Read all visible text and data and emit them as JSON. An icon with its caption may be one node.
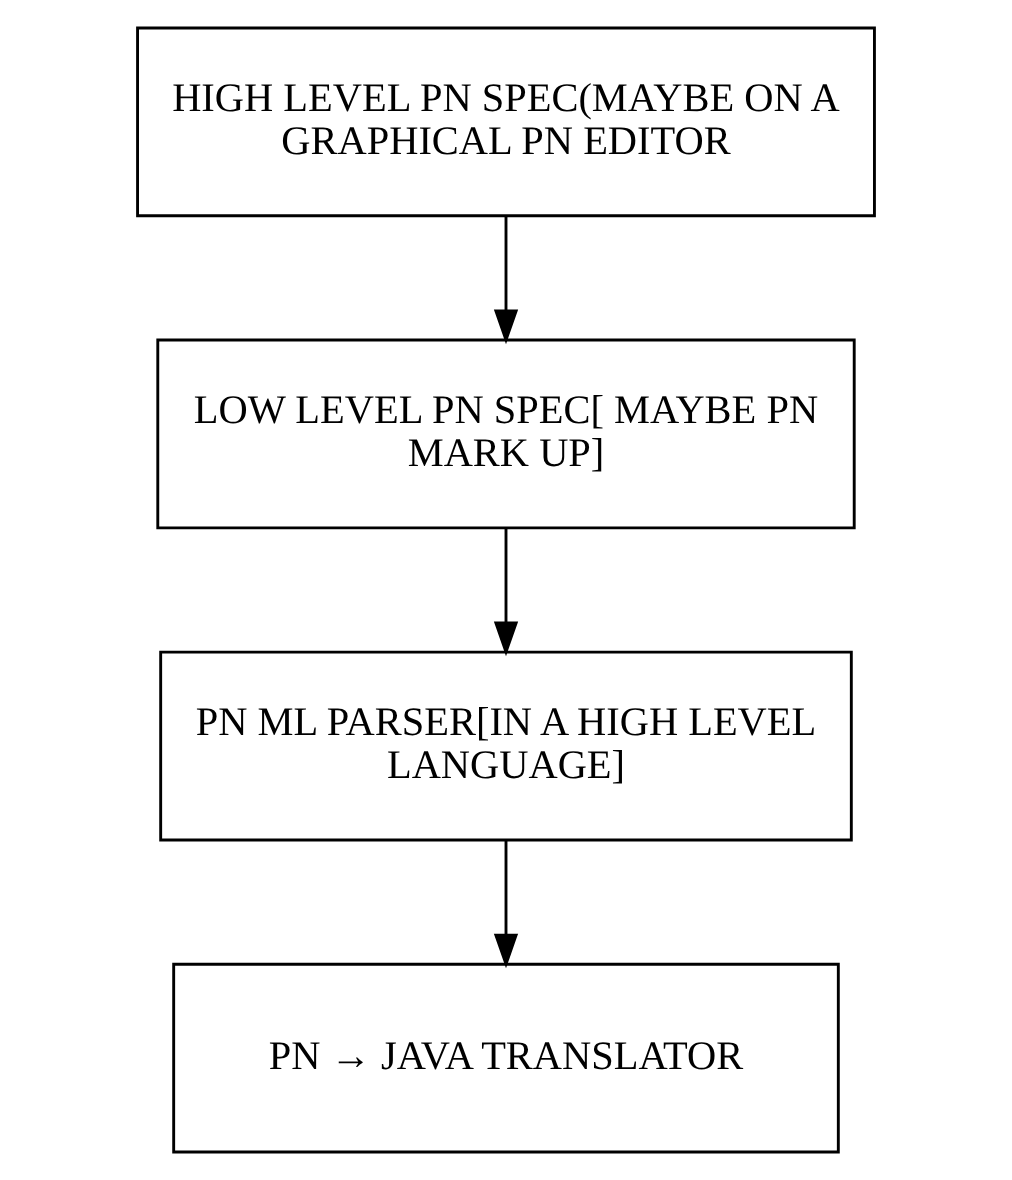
{
  "diagram": {
    "nodes": [
      {
        "text": [
          "HIGH LEVEL PN SPEC(MAYBE ON A GRAPHICAL PN EDITOR"
        ]
      },
      {
        "text": [
          "LOW LEVEL PN SPEC[ MAYBE PN MARK UP]"
        ]
      },
      {
        "text": [
          "PN ML PARSER[IN A HIGH LEVEL LANGUAGE]"
        ]
      },
      {
        "text": [
          "PN → JAVA TRANSLATOR"
        ]
      }
    ],
    "edges": [
      {
        "from": 0,
        "to": 1,
        "arrow": "to"
      },
      {
        "from": 1,
        "to": 2,
        "arrow": "to"
      },
      {
        "from": 2,
        "to": 3,
        "arrow": "to"
      }
    ]
  }
}
